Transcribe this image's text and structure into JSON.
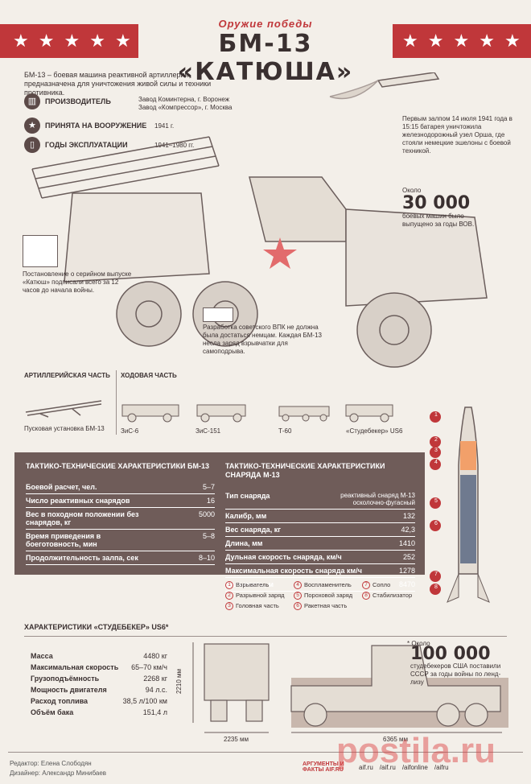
{
  "header": {
    "subtitle": "Оружие победы",
    "title": "БМ-13 «КАТЮША»",
    "star": "★"
  },
  "intro": "БМ-13 – боевая машина реактивной артиллерии, предназначена для уничтожения живой силы и техники противника.",
  "facts": [
    {
      "label": "ПРОИЗВОДИТЕЛЬ",
      "value1": "Завод Коминтерна, г. Воронеж",
      "value2": "Завод «Компрессор», г. Москва"
    },
    {
      "label": "ПРИНЯТА НА ВООРУЖЕНИЕ",
      "value1": "1941 г.",
      "value2": ""
    },
    {
      "label": "ГОДЫ ЭКСПЛУАТАЦИИ",
      "value1": "1941–1980 гг.",
      "value2": ""
    }
  ],
  "first_salvo": "Первым залпом 14 июля 1941 года в 15:15 батарея уничтожила железнодорожный узел Орша, где стояли немецкие эшелоны с боевой техникой.",
  "produced": {
    "prefix": "Около",
    "number": "30 000",
    "text": "боевых машин было выпущено за годы ВОВ."
  },
  "decree": "Постановление о серийном выпуске «Катюш» подписали всего за 12 часов до начала войны.",
  "explosive": "Разработка советского ВПК не должна была достаться немцам. Каждая БМ-13 несла заряд взрывчатки для самоподрыва.",
  "sections": {
    "artillery": "АРТИЛЛЕРИЙСКАЯ ЧАСТЬ",
    "chassis": "ХОДОВАЯ ЧАСТЬ"
  },
  "artillery_item": "Пусковая установка БМ-13",
  "chassis_items": [
    "ЗиС-6",
    "ЗиС-151",
    "Т-60",
    "«Студебекер» US6"
  ],
  "bm13_specs": {
    "title": "ТАКТИКО-ТЕХНИЧЕСКИЕ ХАРАКТЕРИСТИКИ БМ-13",
    "rows": [
      {
        "label": "Боевой расчет, чел.",
        "value": "5–7"
      },
      {
        "label": "Число реактивных снарядов",
        "value": "16"
      },
      {
        "label": "Вес в походном положении без снарядов, кг",
        "value": "5000"
      },
      {
        "label": "Время приведения в боеготовность, мин",
        "value": "5–8"
      },
      {
        "label": "Продолжительность залпа, сек",
        "value": "8–10"
      }
    ]
  },
  "m13_specs": {
    "title": "ТАКТИКО-ТЕХНИЧЕСКИЕ ХАРАКТЕРИСТИКИ СНАРЯДА М-13",
    "rows": [
      {
        "label": "Тип снаряда",
        "value": "реактивный снаряд М-13 осколочно-фугасный"
      },
      {
        "label": "Калибр, мм",
        "value": "132"
      },
      {
        "label": "Вес снаряда, кг",
        "value": "42,3"
      },
      {
        "label": "Длина, мм",
        "value": "1410"
      },
      {
        "label": "Дульная скорость снаряда, км/ч",
        "value": "252"
      },
      {
        "label": "Максимальная скорость снаряда км/ч",
        "value": "1278"
      },
      {
        "label": "Дальность, м",
        "value": "8470"
      }
    ]
  },
  "legend": [
    {
      "n": "1",
      "label": "Взрыватель"
    },
    {
      "n": "2",
      "label": "Разрывной заряд"
    },
    {
      "n": "3",
      "label": "Головная часть"
    },
    {
      "n": "4",
      "label": "Воспламенитель"
    },
    {
      "n": "5",
      "label": "Пороховой заряд"
    },
    {
      "n": "6",
      "label": "Ракетная часть"
    },
    {
      "n": "7",
      "label": "Сопло"
    },
    {
      "n": "8",
      "label": "Стабилизатор"
    }
  ],
  "studebaker": {
    "title": "ХАРАКТЕРИСТИКИ «СТУДЕБЕКЕР» US6*",
    "rows": [
      {
        "label": "Масса",
        "value": "4480 кг"
      },
      {
        "label": "Максимальная скорость",
        "value": "65–70 км/ч"
      },
      {
        "label": "Грузоподъёмность",
        "value": "2268 кг"
      },
      {
        "label": "Мощность двигателя",
        "value": "94 л.с."
      },
      {
        "label": "Расход топлива",
        "value": "38,5 л/100 км"
      },
      {
        "label": "Объём бака",
        "value": "151,4 л"
      }
    ]
  },
  "lendlease": {
    "prefix": "* Около",
    "number": "100 000",
    "text": "студебекеров США поставили СССР за годы войны по ленд-лизу"
  },
  "dims": {
    "height": "2210 мм",
    "width": "2235 мм",
    "length": "6365 мм"
  },
  "credits": {
    "editor": "Редактор: Елена Слободян",
    "designer": "Дизайнер: Александр Минибаев"
  },
  "social": [
    "aif.ru",
    "/aif.ru",
    "/aifonline",
    "/aifru"
  ],
  "brand": "АРГУМЕНТЫ И ФАКТЫ AIF.RU",
  "watermark": "postila.ru",
  "colors": {
    "accent": "#c0373a",
    "dark": "#3a3030",
    "panel": "#6f5c59"
  }
}
